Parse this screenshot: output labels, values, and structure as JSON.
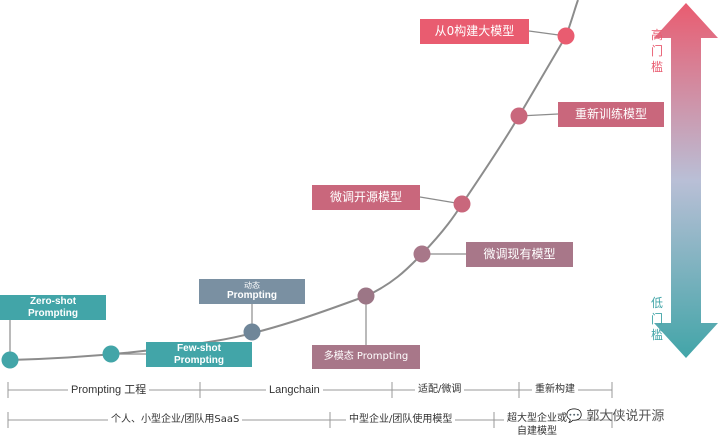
{
  "diagram": {
    "milestones": [
      {
        "text": "Zero-shot\nPrompting",
        "color": "#42a5a8"
      },
      {
        "text": "Few-shot\nPrompting",
        "color": "#42a5a8"
      },
      {
        "text": "动态\nPrompting",
        "color": "#7a90a2"
      },
      {
        "text": "多模态 Prompting",
        "color": "#a87789"
      },
      {
        "text": "微调现有模型",
        "color": "#a87789"
      },
      {
        "text": "微调开源模型",
        "color": "#c9677c"
      },
      {
        "text": "重新训练模型",
        "color": "#c9677c"
      },
      {
        "text": "从0构建大模型",
        "color": "#e95c70"
      }
    ],
    "arrow": {
      "top_label": "高门槛",
      "bottom_label": "低门槛",
      "top_color": "#e95c70",
      "bottom_color": "#42a5a8"
    },
    "stage_scale": [
      "Prompting 工程",
      "Langchain",
      "适配/微调",
      "重新构建"
    ],
    "user_scale": [
      "个人、小型企业/团队用SaaS",
      "中型企业/团队使用模型",
      "超大型企业或\n自建模型"
    ],
    "watermark": "郭大侠说开源"
  }
}
